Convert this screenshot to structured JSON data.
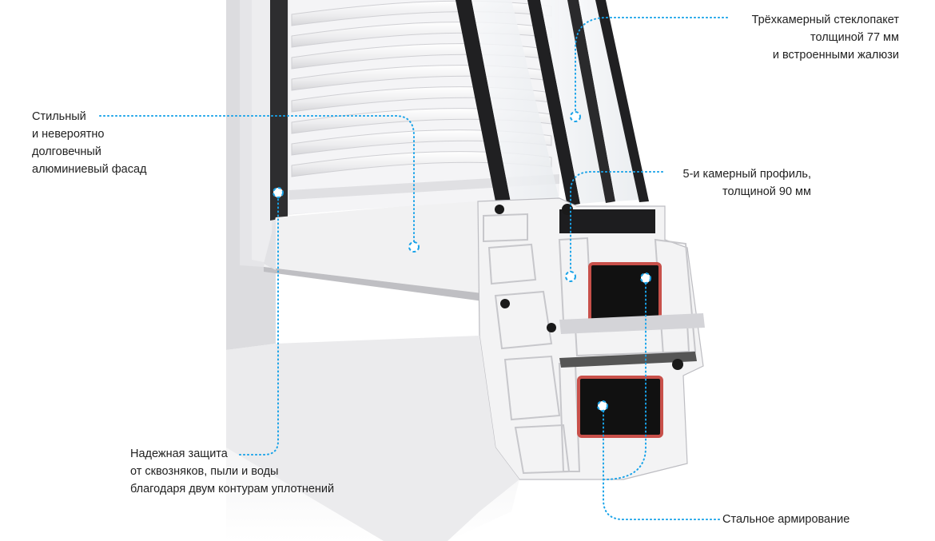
{
  "callouts": {
    "glazing": [
      "Трёхкамерный стеклопакет",
      "толщиной 77 мм",
      "и встроенными жалюзи"
    ],
    "facade": [
      "Стильный",
      "и невероятно",
      "долговечный",
      "алюминиевый фасад"
    ],
    "profile": [
      "5-и камерный профиль,",
      "толщиной 90 мм"
    ],
    "seal": [
      "Надежная защита",
      "от сквозняков, пыли и воды",
      "благодаря двум контурам уплотнений"
    ],
    "steel": [
      "Стальное армирование"
    ]
  },
  "colors": {
    "accent": "#1aa3e8",
    "text": "#222222",
    "steel": "#c8504a",
    "seal": "#1a1a1a",
    "pvc": "#f2f2f3",
    "shadow": "#e4e4e6",
    "insulation": "#e8a86a"
  }
}
